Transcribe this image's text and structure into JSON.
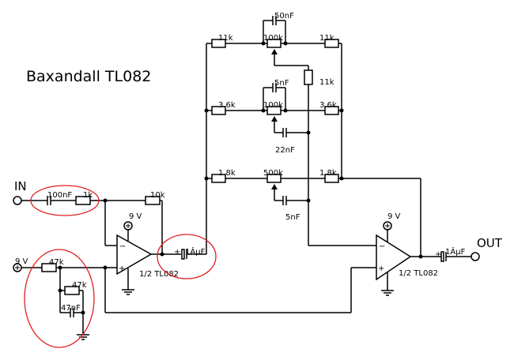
{
  "title": "Baxandall TL082",
  "terminals": {
    "input": "IN",
    "output": "OUT"
  },
  "supply": {
    "opamp1": "9 V",
    "opamp2": "9 V",
    "bias": "9 V"
  },
  "opamps": {
    "u1": "1/2 TL082",
    "u2": "1/2 TL082"
  },
  "input_stage": {
    "c_in": "100nF",
    "r_in": "1k",
    "r_feedback": "10k",
    "c_coupling": "1ÂµF"
  },
  "bias_network": {
    "r_top": "47k",
    "r_bottom": "47k",
    "c_bypass": "47nF"
  },
  "tone_stack": {
    "bass": {
      "r_left": "11k",
      "pot": "100k",
      "cap": "50nF",
      "r_right": "11k",
      "r_wiper": "11k"
    },
    "mid": {
      "r_left": "3.6k",
      "pot": "100k",
      "cap": "5nF",
      "r_right": "3.6k",
      "c_wiper": "22nF"
    },
    "treble": {
      "r_left": "1.8k",
      "pot": "500k",
      "r_right": "1.8k",
      "c_wiper": "5nF"
    }
  },
  "output_stage": {
    "c_out": "1ÂµF"
  },
  "polarity": {
    "plus": "+",
    "minus": "−"
  },
  "annotation_color": "#e02020"
}
